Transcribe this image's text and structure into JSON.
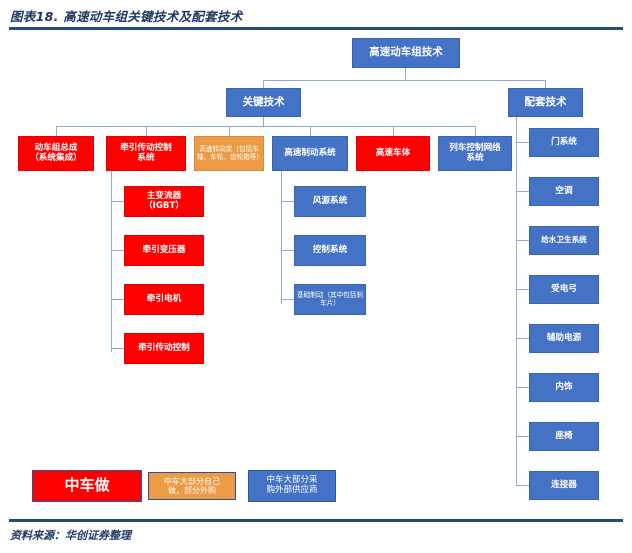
{
  "header": {
    "title": "图表18.  高速动车组关键技术及配套技术",
    "source": "资料来源：华创证券整理"
  },
  "colors": {
    "blue": "#4472C4",
    "red": "#FF0000",
    "orange": "#ED9B45",
    "connector": "#8FAADC",
    "rule": "#1F4E79",
    "title_text": "#1F3864"
  },
  "diagram": {
    "root": {
      "label": "高速动车组技术",
      "color": "blue"
    },
    "branches": [
      {
        "label": "关键技术",
        "color": "blue"
      },
      {
        "label": "配套技术",
        "color": "blue"
      }
    ],
    "key_tech_children": [
      {
        "label": "动车组总成（系统集成）",
        "line1": "动车组总成",
        "line2": "（系统集成）",
        "color": "red"
      },
      {
        "label": "牵引传动控制系统",
        "line1": "牵引传动控制",
        "line2": "系统",
        "color": "red"
      },
      {
        "label": "高速转向架（包括车轴、车轮、齿轮箱等）",
        "color": "orange"
      },
      {
        "label": "高速制动系统",
        "color": "blue"
      },
      {
        "label": "高速车体",
        "color": "red"
      },
      {
        "label": "列车控制网络系统",
        "line1": "列车控制网络",
        "line2": "系统",
        "color": "blue"
      }
    ],
    "traction_subitems": [
      {
        "label": "主变流器（IGBT）",
        "line1": "主变流器",
        "line2": "（IGBT）",
        "color": "red"
      },
      {
        "label": "牵引变压器",
        "color": "red"
      },
      {
        "label": "牵引电机",
        "color": "red"
      },
      {
        "label": "牵引传动控制",
        "color": "red"
      }
    ],
    "brake_subitems": [
      {
        "label": "风源系统",
        "color": "blue"
      },
      {
        "label": "控制系统",
        "color": "blue"
      },
      {
        "label": "基础制动（其中包括刹车片）",
        "color": "blue"
      }
    ],
    "support_tech_children": [
      {
        "label": "门系统",
        "color": "blue"
      },
      {
        "label": "空调",
        "color": "blue"
      },
      {
        "label": "给水卫生系统",
        "color": "blue"
      },
      {
        "label": "受电弓",
        "color": "blue"
      },
      {
        "label": "辅助电源",
        "color": "blue"
      },
      {
        "label": "内饰",
        "color": "blue"
      },
      {
        "label": "座椅",
        "color": "blue"
      },
      {
        "label": "连接器",
        "color": "blue"
      }
    ]
  },
  "legend": [
    {
      "label": "中车做",
      "color": "red"
    },
    {
      "label": "中车大部分自己做，部分外购",
      "line1": "中车大部分自己",
      "line2": "做，部分外购",
      "color": "orange"
    },
    {
      "label": "中车大部分采购外部供应商",
      "line1": "中车大部分采",
      "line2": "购外部供应商",
      "color": "blue"
    }
  ]
}
